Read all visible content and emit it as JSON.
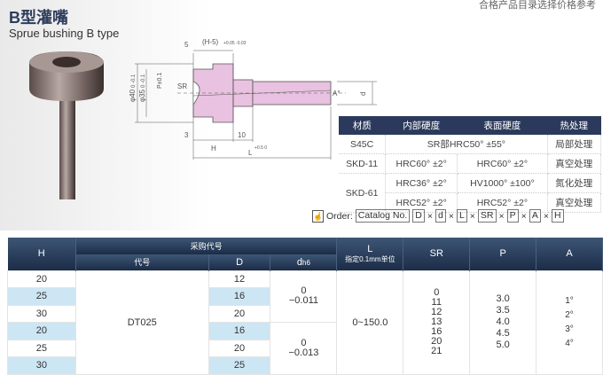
{
  "header": {
    "title": "B型灌嘴",
    "subtitle": "Sprue bushing B type",
    "top_note": "合格产品目录选择价格参考"
  },
  "drawing": {
    "labels": {
      "dim5": "5",
      "h5": "(H-5)",
      "h5_tol": "+0.05 -0.03",
      "p": "P±0.1",
      "sr": "SR",
      "d40": "φ40",
      "d35": "φ35",
      "tol_d": "0 -0.1",
      "a": "A°",
      "d": "d",
      "dim3": "3",
      "h": "H",
      "dim10": "10",
      "l": "L",
      "l_tol": "+0.5 0"
    }
  },
  "material_table": {
    "headers": [
      "材质",
      "内部硬度",
      "表面硬度",
      "热处理"
    ],
    "rows": [
      {
        "material": "S45C",
        "internal": "SR部HRC50° ±55°",
        "treatment": "局部处理"
      },
      {
        "material": "SKD-11",
        "internal": "HRC60° ±2°",
        "surface": "HRC60° ±2°",
        "treatment": "真空处理"
      },
      {
        "material": "SKD-61",
        "internal": "HRC36° ±2°",
        "surface": "HV1000° ±100°",
        "treatment": "氮化处理"
      },
      {
        "internal": "HRC52° ±2°",
        "surface": "HRC52° ±2°",
        "treatment": "真空处理"
      }
    ]
  },
  "order": {
    "label": "Order:",
    "items": [
      "Catalog No.",
      "D",
      "d",
      "L",
      "SR",
      "P",
      "A",
      "H"
    ],
    "sep": "×"
  },
  "spec_table": {
    "headers": {
      "h": "H",
      "purchase": "采购代号",
      "code": "代号",
      "d_big": "D",
      "d_small": "d",
      "d_small_sub": "h6",
      "l": "L",
      "l_note": "指定0.1mm单位",
      "sr": "SR",
      "p": "P",
      "a": "A"
    },
    "h_values": [
      "20",
      "25",
      "30",
      "20",
      "25",
      "30"
    ],
    "code": "DT025",
    "d_values": [
      "12",
      "16",
      "20",
      "16",
      "20",
      "25"
    ],
    "tolerances": [
      [
        "0",
        "−0.011"
      ],
      [
        "0",
        "−0.013"
      ]
    ],
    "l_range": "0~150.0",
    "sr_values": [
      "0",
      "11",
      "12",
      "13",
      "16",
      "20",
      "21"
    ],
    "p_values": [
      "3.0",
      "3.5",
      "4.0",
      "4.5",
      "5.0"
    ],
    "a_values": [
      "1°",
      "2°",
      "3°",
      "4°"
    ]
  },
  "colors": {
    "navy": "#2b3a5c",
    "row_blue": "#cde6f4",
    "part_pink": "#e8c2e0"
  }
}
